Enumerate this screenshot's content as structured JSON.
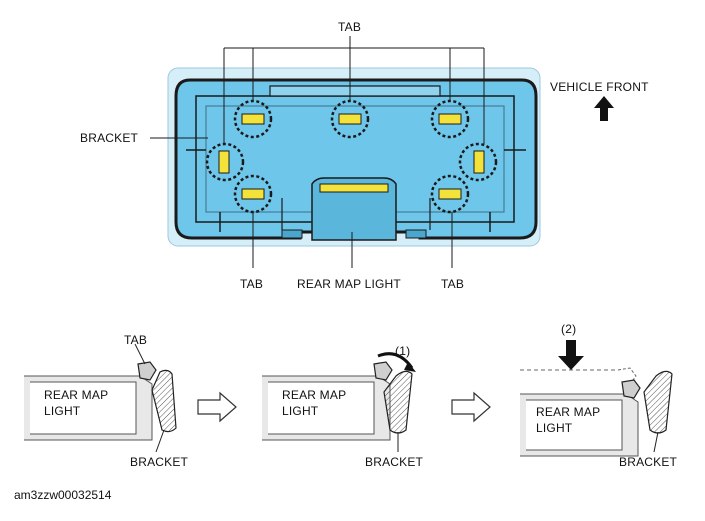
{
  "top": {
    "tab_top": "TAB",
    "bracket": "BRACKET",
    "tab_bottom_left": "TAB",
    "rear_map_light": "REAR MAP LIGHT",
    "tab_bottom_right": "TAB",
    "vehicle_front": "VEHICLE FRONT"
  },
  "steps": [
    {
      "tab": "TAB",
      "light_line1": "REAR MAP",
      "light_line2": "LIGHT",
      "bracket": "BRACKET"
    },
    {
      "marker": "(1)",
      "light_line1": "REAR MAP",
      "light_line2": "LIGHT",
      "bracket": "BRACKET"
    },
    {
      "marker": "(2)",
      "light_line1": "REAR MAP",
      "light_line2": "LIGHT",
      "bracket": "BRACKET"
    }
  ],
  "footer_code": "am3zzw00032514",
  "colors": {
    "body_blue": "#6ec6ea",
    "tab_yellow": "#f3e23a",
    "outline": "#1a1a1a"
  },
  "icons": [
    "arrow-up-icon",
    "arrow-right-icon",
    "arrow-down-icon",
    "rotate-arrow-icon"
  ]
}
